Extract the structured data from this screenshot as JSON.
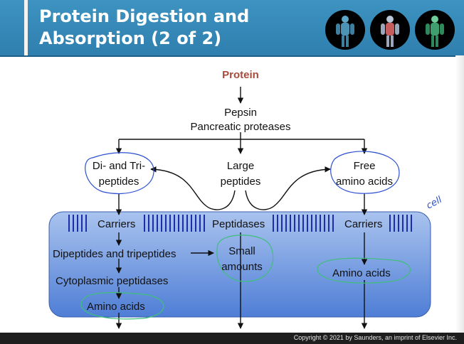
{
  "header": {
    "title_line1": "Protein Digestion and",
    "title_line2": "Absorption (2 of 2)"
  },
  "thumbnails": [
    {
      "icon": "body-skeleton-icon",
      "tint": "#5fa7c9"
    },
    {
      "icon": "body-circulatory-icon",
      "tint": "#c65c5c"
    },
    {
      "icon": "body-nervous-icon",
      "tint": "#6fcf9a"
    }
  ],
  "diagram": {
    "protein": "Protein",
    "enzymes": [
      "Pepsin",
      "Pancreatic proteases"
    ],
    "di_tri_peptides": [
      "Di- and Tri-",
      "peptides"
    ],
    "large_peptides": [
      "Large",
      "peptides"
    ],
    "free_amino_acids": [
      "Free",
      "amino acids"
    ],
    "carriers_left": "Carriers",
    "peptidases": "Peptidases",
    "carriers_right": "Carriers",
    "dipeptides_tripeptides": "Dipeptides and tripeptides",
    "small_amounts": [
      "Small",
      "amounts"
    ],
    "cytoplasmic_peptidases": "Cytoplasmic peptidases",
    "amino_acids_left": "Amino acids",
    "amino_acids_right": "Amino acids",
    "annotation": "cell"
  },
  "colors": {
    "cell_top": "#a9c3ee",
    "cell_bottom": "#4f7ed6",
    "microvilli": "#1d2fa6",
    "highlight_green": "#3fbf7a",
    "highlight_blue": "#2b4fd0",
    "title_band": "#3587b8"
  },
  "footer": {
    "copyright": "Copyright © 2021 by Saunders, an imprint of Elsevier Inc."
  }
}
